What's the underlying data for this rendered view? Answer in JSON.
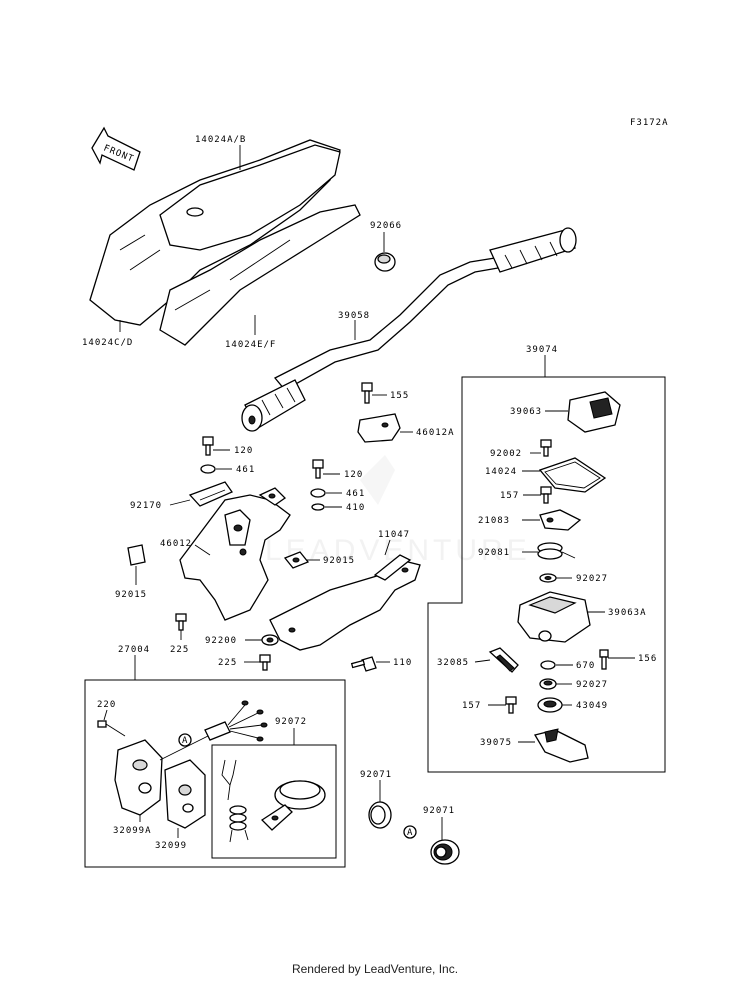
{
  "diagram_code": "F3172A",
  "front_label": "FRONT",
  "watermark": "LEADVENTURE",
  "footer": "Rendered by LeadVenture, Inc.",
  "callout": "A",
  "parts": {
    "p14024ab": "14024A/B",
    "p14024cd": "14024C/D",
    "p14024ef": "14024E/F",
    "p92066": "92066",
    "p39058": "39058",
    "p155": "155",
    "p46012a": "46012A",
    "p120a": "120",
    "p461a": "461",
    "p120b": "120",
    "p461b": "461",
    "p410": "410",
    "p92170": "92170",
    "p46012": "46012",
    "p11047": "11047",
    "p92015a": "92015",
    "p92015b": "92015",
    "p225a": "225",
    "p92200": "92200",
    "p225b": "225",
    "p110": "110",
    "p27004": "27004",
    "p220": "220",
    "p92072": "92072",
    "p32099a": "32099A",
    "p32099": "32099",
    "p92071a": "92071",
    "p92071b": "92071",
    "p39074": "39074",
    "p39063": "39063",
    "p92002": "92002",
    "p14024": "14024",
    "p157a": "157",
    "p21083": "21083",
    "p92081": "92081",
    "p92027a": "92027",
    "p39063a": "39063A",
    "p156": "156",
    "p32085": "32085",
    "p670": "670",
    "p92027b": "92027",
    "p157b": "157",
    "p43049": "43049",
    "p39075": "39075"
  }
}
